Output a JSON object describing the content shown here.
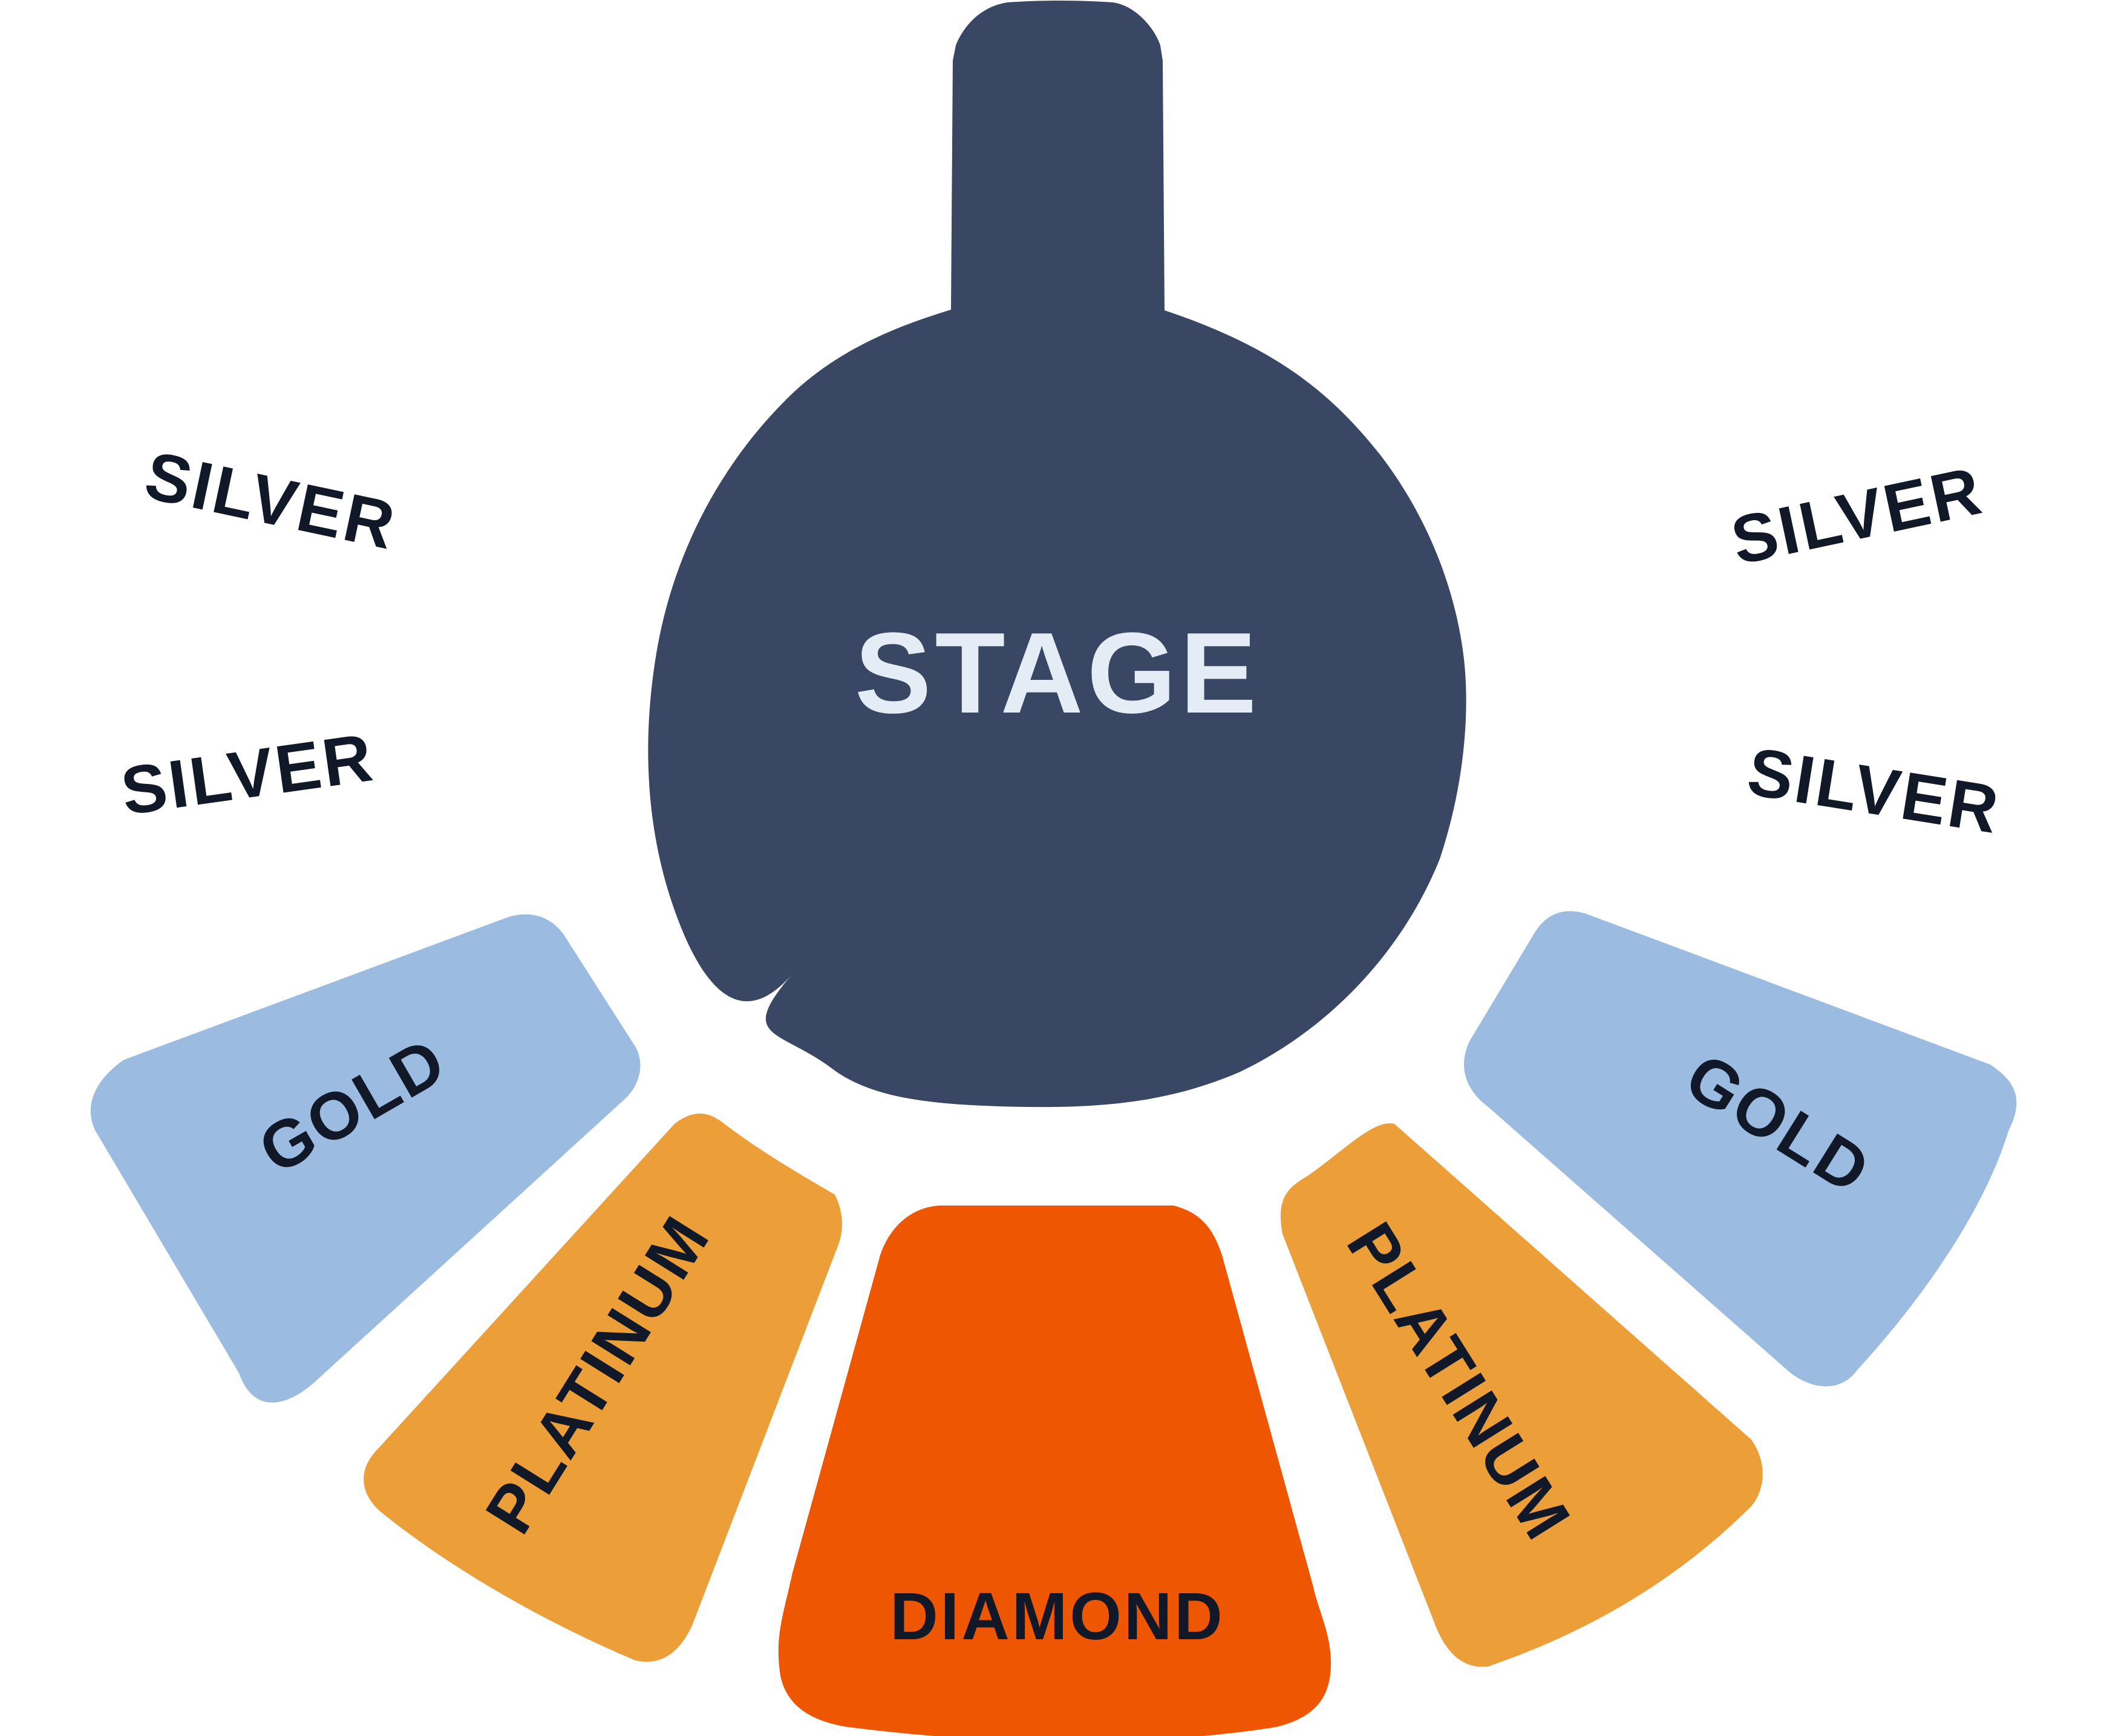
{
  "stage": {
    "label": "STAGE"
  },
  "sections": {
    "silver_top_left": {
      "label": "SILVER"
    },
    "silver_mid_left": {
      "label": "SILVER"
    },
    "silver_top_right": {
      "label": "SILVER"
    },
    "silver_mid_right": {
      "label": "SILVER"
    },
    "gold_left": {
      "label": "GOLD"
    },
    "gold_right": {
      "label": "GOLD"
    },
    "platinum_left": {
      "label": "PLATINUM"
    },
    "platinum_right": {
      "label": "PLATINUM"
    },
    "diamond": {
      "label": "DIAMOND"
    }
  },
  "colors": {
    "stage": "#3a4764",
    "stage_text": "#e4ecf6",
    "gold": "#9bbbe0",
    "platinum": "#ec9e39",
    "diamond": "#ee5602",
    "label_text": "#111827"
  }
}
